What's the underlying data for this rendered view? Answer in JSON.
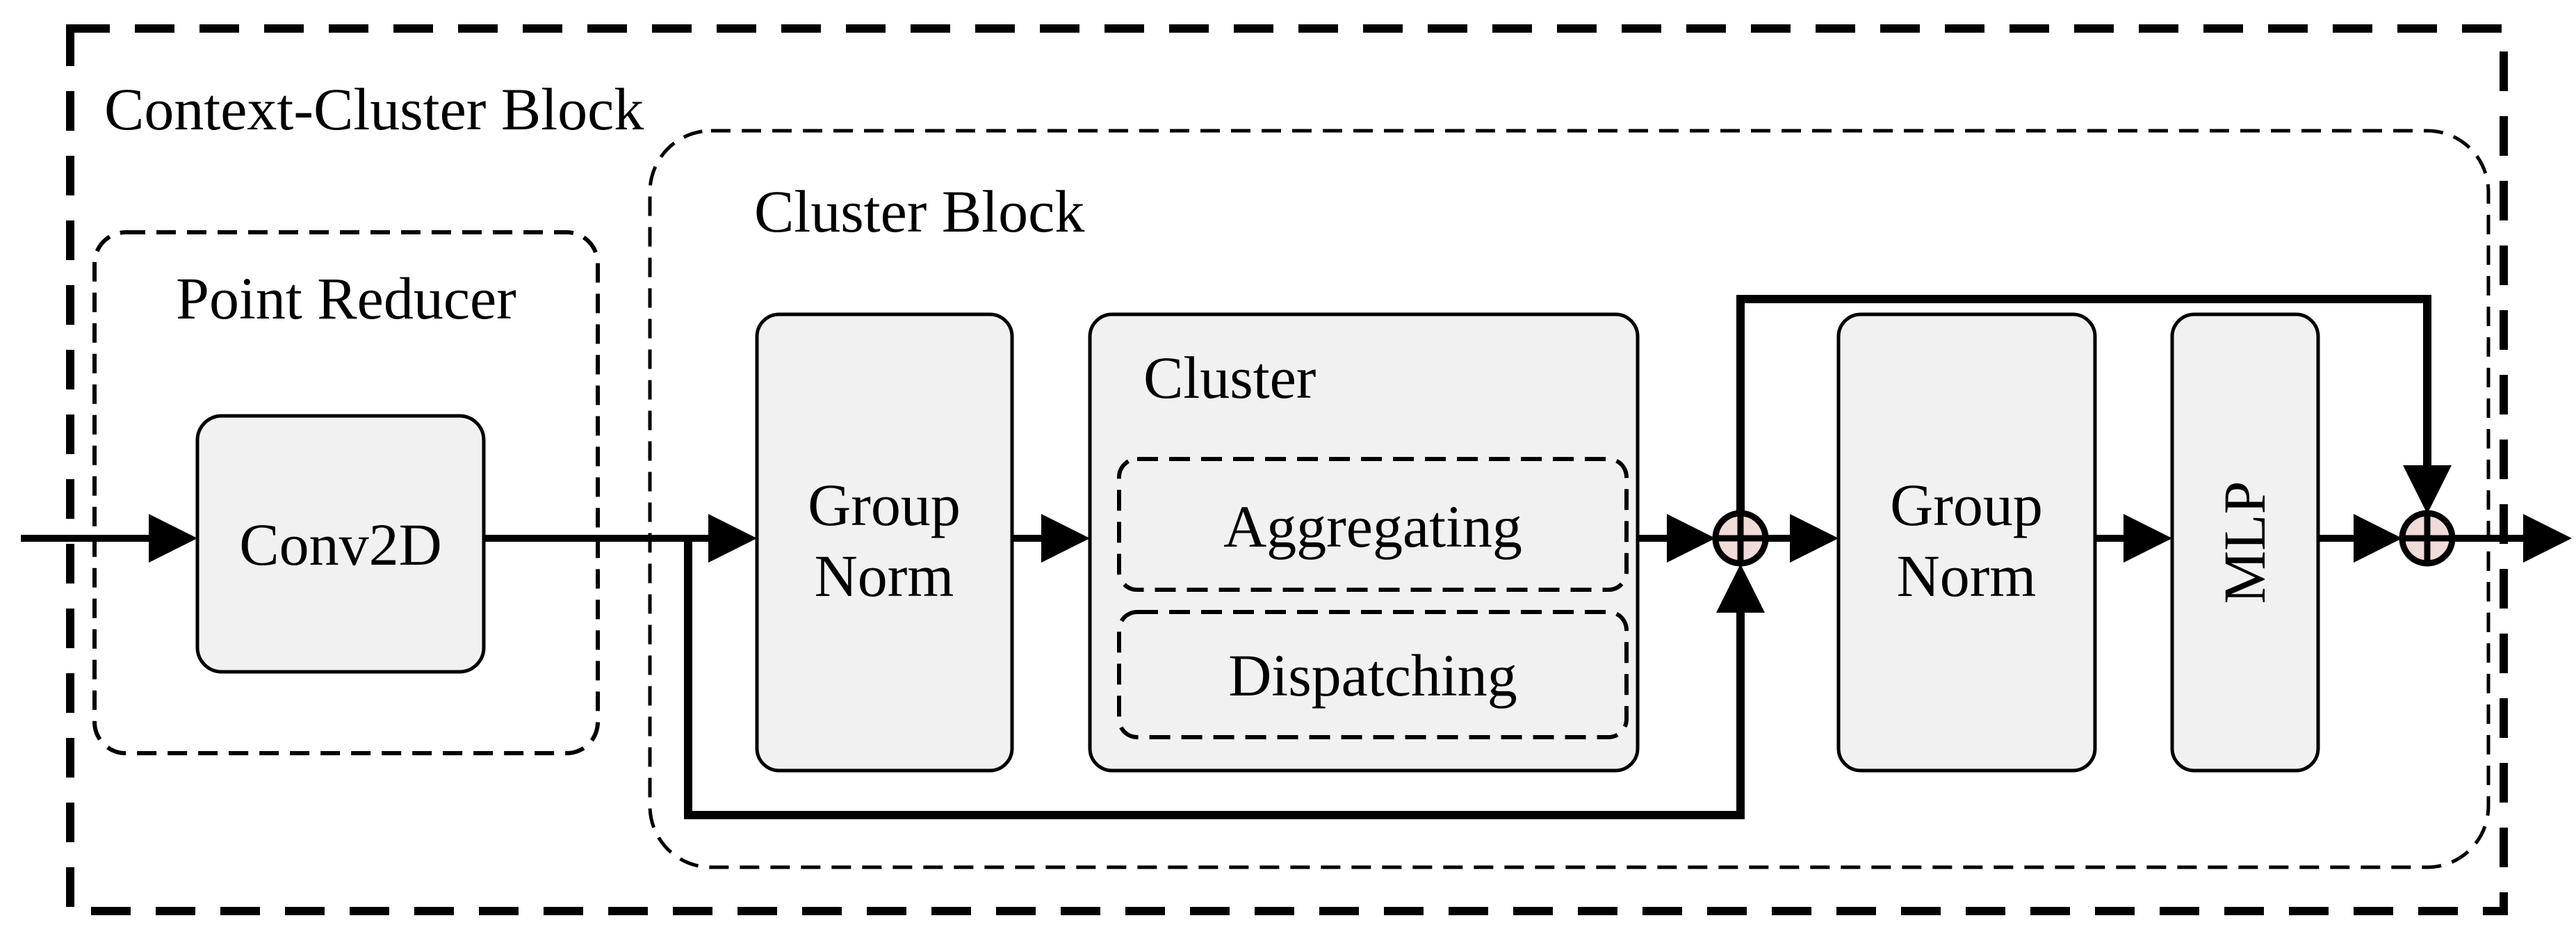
{
  "title": "Context-Cluster Block",
  "point_reducer": {
    "label": "Point Reducer",
    "conv2d": "Conv2D"
  },
  "cluster_block": {
    "label": "Cluster Block",
    "group_norm_1": {
      "line1": "Group",
      "line2": "Norm"
    },
    "cluster": {
      "label": "Cluster",
      "aggregating": "Aggregating",
      "dispatching": "Dispatching"
    },
    "group_norm_2": {
      "line1": "Group",
      "line2": "Norm"
    },
    "mlp": "MLP",
    "residual_add_1": "⊕",
    "residual_add_2": "⊕"
  },
  "colors": {
    "cluster_block_fill": "#f0dbd8",
    "point_reducer_fill": "#eaf0de",
    "node_fill": "#f1f1f1",
    "line": "#000000"
  }
}
